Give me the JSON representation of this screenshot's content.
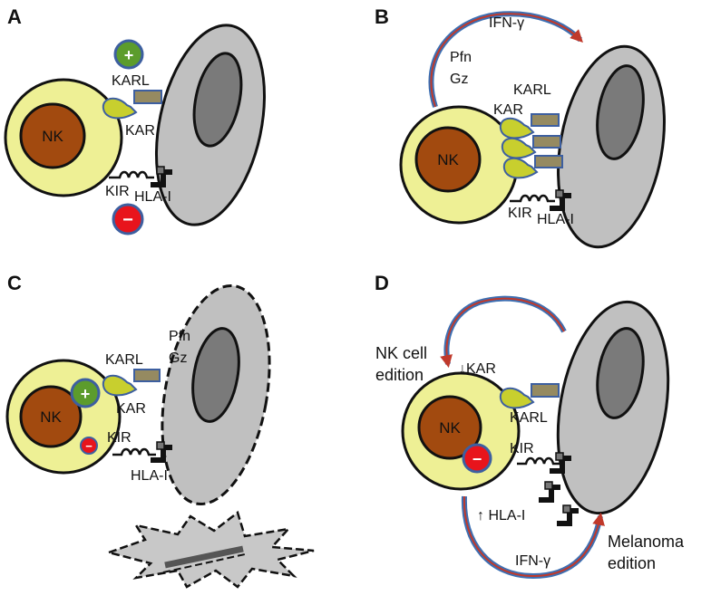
{
  "colors": {
    "nk_fill": "#eef095",
    "nucleus_fill": "#a24a0f",
    "target_fill": "#c0c0c0",
    "target_nucleus": "#7a7a7a",
    "receptor_fill": "#c8cf2e",
    "ligand_fill": "#958a61",
    "plus_fill": "#5c9c2c",
    "minus_fill": "#e8141c",
    "arrow_blue": "#3d6fb2",
    "arrow_red": "#c0392b"
  },
  "panels": {
    "A": {
      "letter": "A",
      "nk": "NK",
      "karl": "KARL",
      "kar": "KAR",
      "kir": "KIR",
      "hla": "HLA-I",
      "plus": "+",
      "minus": "−"
    },
    "B": {
      "letter": "B",
      "nk": "NK",
      "ifn": "IFN-γ",
      "pfn": "Pfn",
      "gz": "Gz",
      "karl": "KARL",
      "kar": "KAR",
      "kir": "KIR",
      "hla": "HLA-I"
    },
    "C": {
      "letter": "C",
      "nk": "NK",
      "pfn": "Pfn",
      "gz": "Gz",
      "karl": "KARL",
      "kar": "KAR",
      "kir": "KIR",
      "hla": "HLA-I",
      "plus": "+",
      "minus": "−"
    },
    "D": {
      "letter": "D",
      "nk": "NK",
      "nk_edition_1": "NK cell",
      "nk_edition_2": "edition",
      "kar_down": "↓KAR",
      "karl": "KARL",
      "kir": "KIR",
      "hla_up": "↑ HLA-I",
      "ifn": "IFN-γ",
      "mel_1": "Melanoma",
      "mel_2": "edition",
      "minus": "−"
    }
  }
}
